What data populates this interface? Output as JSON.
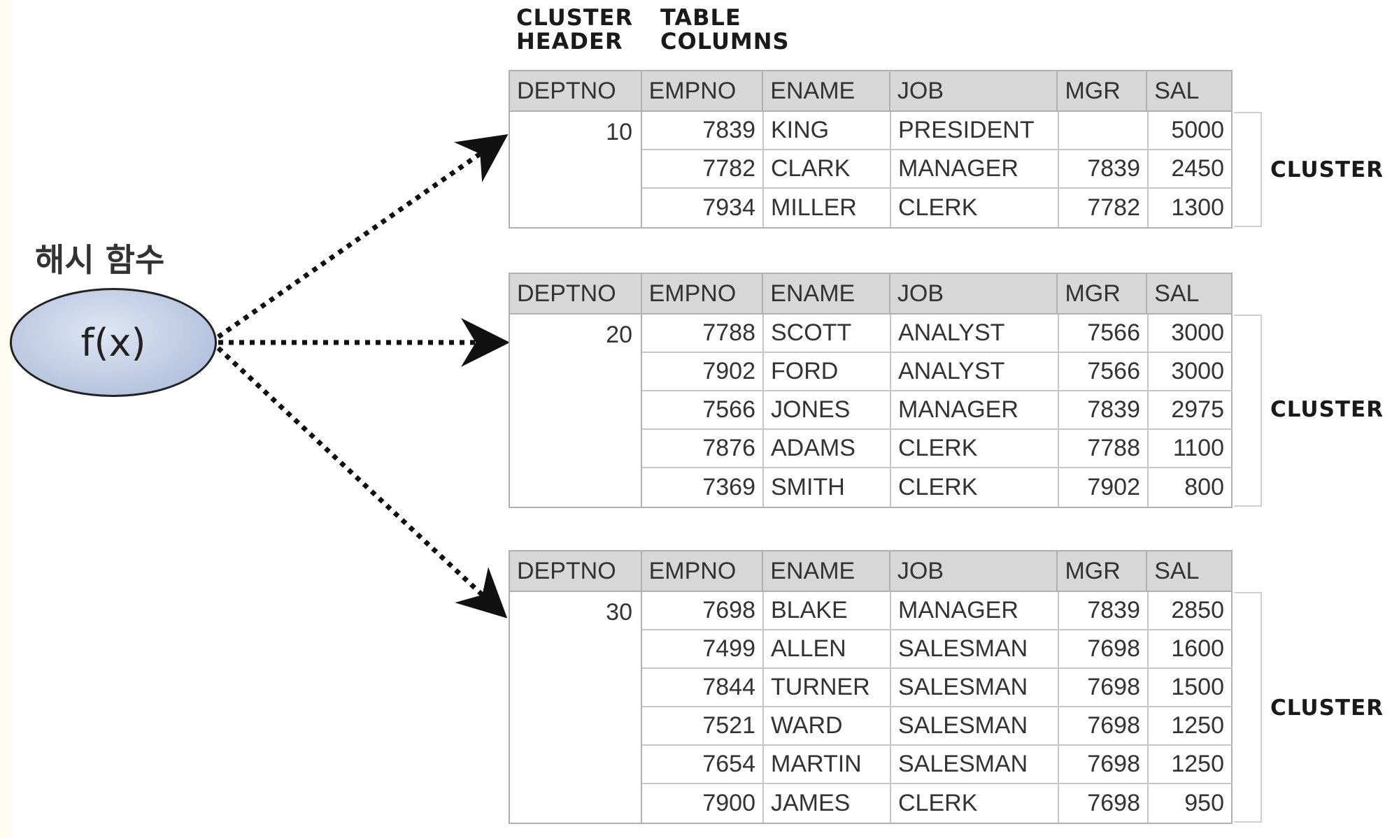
{
  "labels": {
    "cluster_header": [
      "CLUSTER",
      "HEADER"
    ],
    "table_columns": [
      "TABLE",
      "COLUMNS"
    ],
    "hash_function": "해시 함수",
    "function": "f(x)"
  },
  "columns": [
    "DEPTNO",
    "EMPNO",
    "ENAME",
    "JOB",
    "MGR",
    "SAL"
  ],
  "cluster_label": "CLUSTER",
  "clusters": [
    {
      "deptno": "10",
      "rows": [
        {
          "empno": "7839",
          "ename": "KING",
          "job": "PRESIDENT",
          "mgr": "",
          "sal": "5000"
        },
        {
          "empno": "7782",
          "ename": "CLARK",
          "job": "MANAGER",
          "mgr": "7839",
          "sal": "2450"
        },
        {
          "empno": "7934",
          "ename": "MILLER",
          "job": "CLERK",
          "mgr": "7782",
          "sal": "1300"
        }
      ]
    },
    {
      "deptno": "20",
      "rows": [
        {
          "empno": "7788",
          "ename": "SCOTT",
          "job": "ANALYST",
          "mgr": "7566",
          "sal": "3000"
        },
        {
          "empno": "7902",
          "ename": "FORD",
          "job": "ANALYST",
          "mgr": "7566",
          "sal": "3000"
        },
        {
          "empno": "7566",
          "ename": "JONES",
          "job": "MANAGER",
          "mgr": "7839",
          "sal": "2975"
        },
        {
          "empno": "7876",
          "ename": "ADAMS",
          "job": "CLERK",
          "mgr": "7788",
          "sal": "1100"
        },
        {
          "empno": "7369",
          "ename": "SMITH",
          "job": "CLERK",
          "mgr": "7902",
          "sal": "800"
        }
      ]
    },
    {
      "deptno": "30",
      "rows": [
        {
          "empno": "7698",
          "ename": "BLAKE",
          "job": "MANAGER",
          "mgr": "7839",
          "sal": "2850"
        },
        {
          "empno": "7499",
          "ename": "ALLEN",
          "job": "SALESMAN",
          "mgr": "7698",
          "sal": "1600"
        },
        {
          "empno": "7844",
          "ename": "TURNER",
          "job": "SALESMAN",
          "mgr": "7698",
          "sal": "1500"
        },
        {
          "empno": "7521",
          "ename": "WARD",
          "job": "SALESMAN",
          "mgr": "7698",
          "sal": "1250"
        },
        {
          "empno": "7654",
          "ename": "MARTIN",
          "job": "SALESMAN",
          "mgr": "7698",
          "sal": "1250"
        },
        {
          "empno": "7900",
          "ename": "JAMES",
          "job": "CLERK",
          "mgr": "7698",
          "sal": "950"
        }
      ]
    }
  ]
}
